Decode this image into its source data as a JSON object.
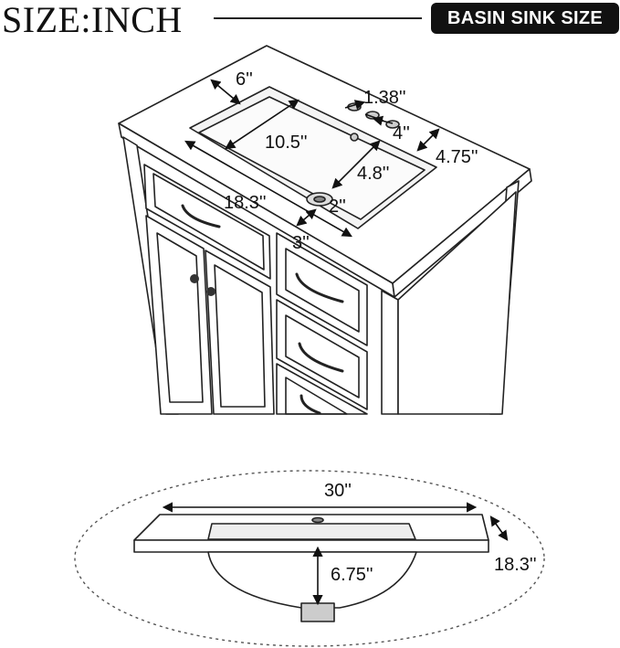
{
  "header": {
    "title": "SIZE:INCH",
    "badge": "BASIN SINK SIZE"
  },
  "vanity_dims": {
    "back_ledge": "6''",
    "hole_spacing_small": "1.38''",
    "hole_spacing": "4''",
    "faucet_depth": "4.75''",
    "basin_width": "10.5''",
    "basin_length": "4.8''",
    "drain": "2''",
    "depth": "18.3''",
    "front_offset": "3''"
  },
  "basin_dims": {
    "width": "30''",
    "depth": "18.3''",
    "height": "6.75''"
  }
}
